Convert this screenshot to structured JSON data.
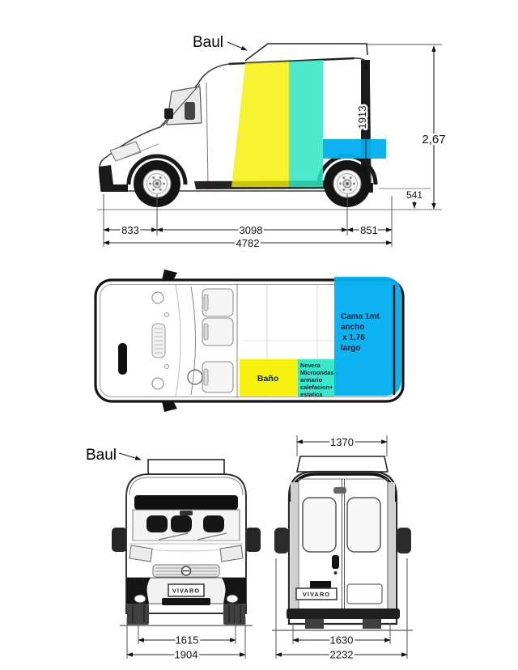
{
  "side_view": {
    "baul_label": "Baul",
    "dims": {
      "interior_height": "1913",
      "overall_height": "2,67",
      "load_height": "541",
      "front_overhang": "833",
      "wheelbase": "3098",
      "rear_overhang": "851",
      "overall_length": "4782"
    }
  },
  "top_view": {
    "zones": {
      "bath": {
        "label": "Baño"
      },
      "kitchen": {
        "lines": [
          "Nevera",
          "Microondas",
          "armario",
          "calefacion+",
          "estatica"
        ]
      },
      "bed": {
        "lines": [
          "Cama 1mt",
          "ancho",
          "x 1,76",
          "largo"
        ]
      }
    }
  },
  "front_view": {
    "baul_label": "Baul",
    "plate": "VIVARO",
    "dims": {
      "track": "1615",
      "overall_width": "1904"
    }
  },
  "rear_view": {
    "plate": "VIVARO",
    "dims": {
      "roof_width": "1370",
      "track": "1630",
      "overall_width_mirrors": "2232"
    }
  },
  "colors": {
    "zone_yellow": "#f5f000",
    "zone_turquoise": "#2ee6c6",
    "zone_blue": "#00aeef",
    "zone_text": "#0e2239",
    "ink": "#111111"
  }
}
